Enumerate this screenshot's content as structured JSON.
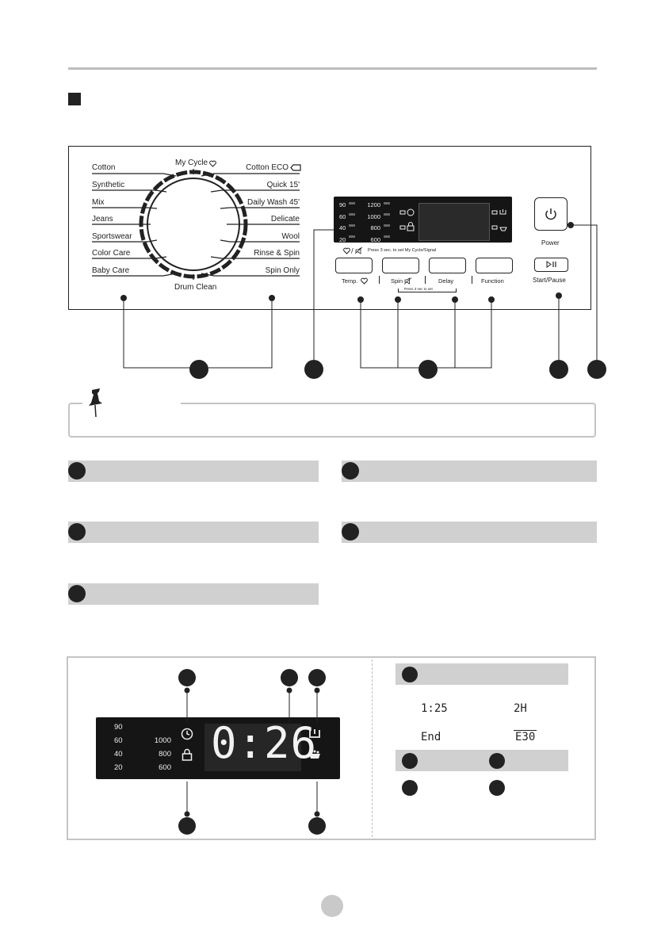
{
  "panel": {
    "programs_left": [
      "Cotton",
      "Synthetic",
      "Mix",
      "Jeans",
      "Sportswear",
      "Color Care",
      "Baby Care"
    ],
    "programs_right": [
      "Cotton ECO",
      "Quick  15'",
      "Daily Wash 45'",
      "Delicate",
      "Wool",
      "Rinse & Spin",
      "Spin Only"
    ],
    "program_top": "My Cycle",
    "program_bottom": "Drum Clean",
    "temps": [
      "90",
      "60",
      "40",
      "20"
    ],
    "spins": [
      "1200",
      "1000",
      "800",
      "600"
    ],
    "press_hint": "Press 3 sec. to set My Cycle/Signal",
    "press_hint_lock": "Press 3 sec to set",
    "buttons": [
      "Temp.",
      "Spin",
      "Delay",
      "Function"
    ],
    "power_label": "Power",
    "start_label": "Start/Pause"
  },
  "display": {
    "temps": [
      "90",
      "60",
      "40",
      "20"
    ],
    "spins": [
      "1000",
      "800",
      "600"
    ],
    "time": "0:26"
  },
  "codes": [
    "1:25",
    "2H",
    "End",
    "E30"
  ]
}
